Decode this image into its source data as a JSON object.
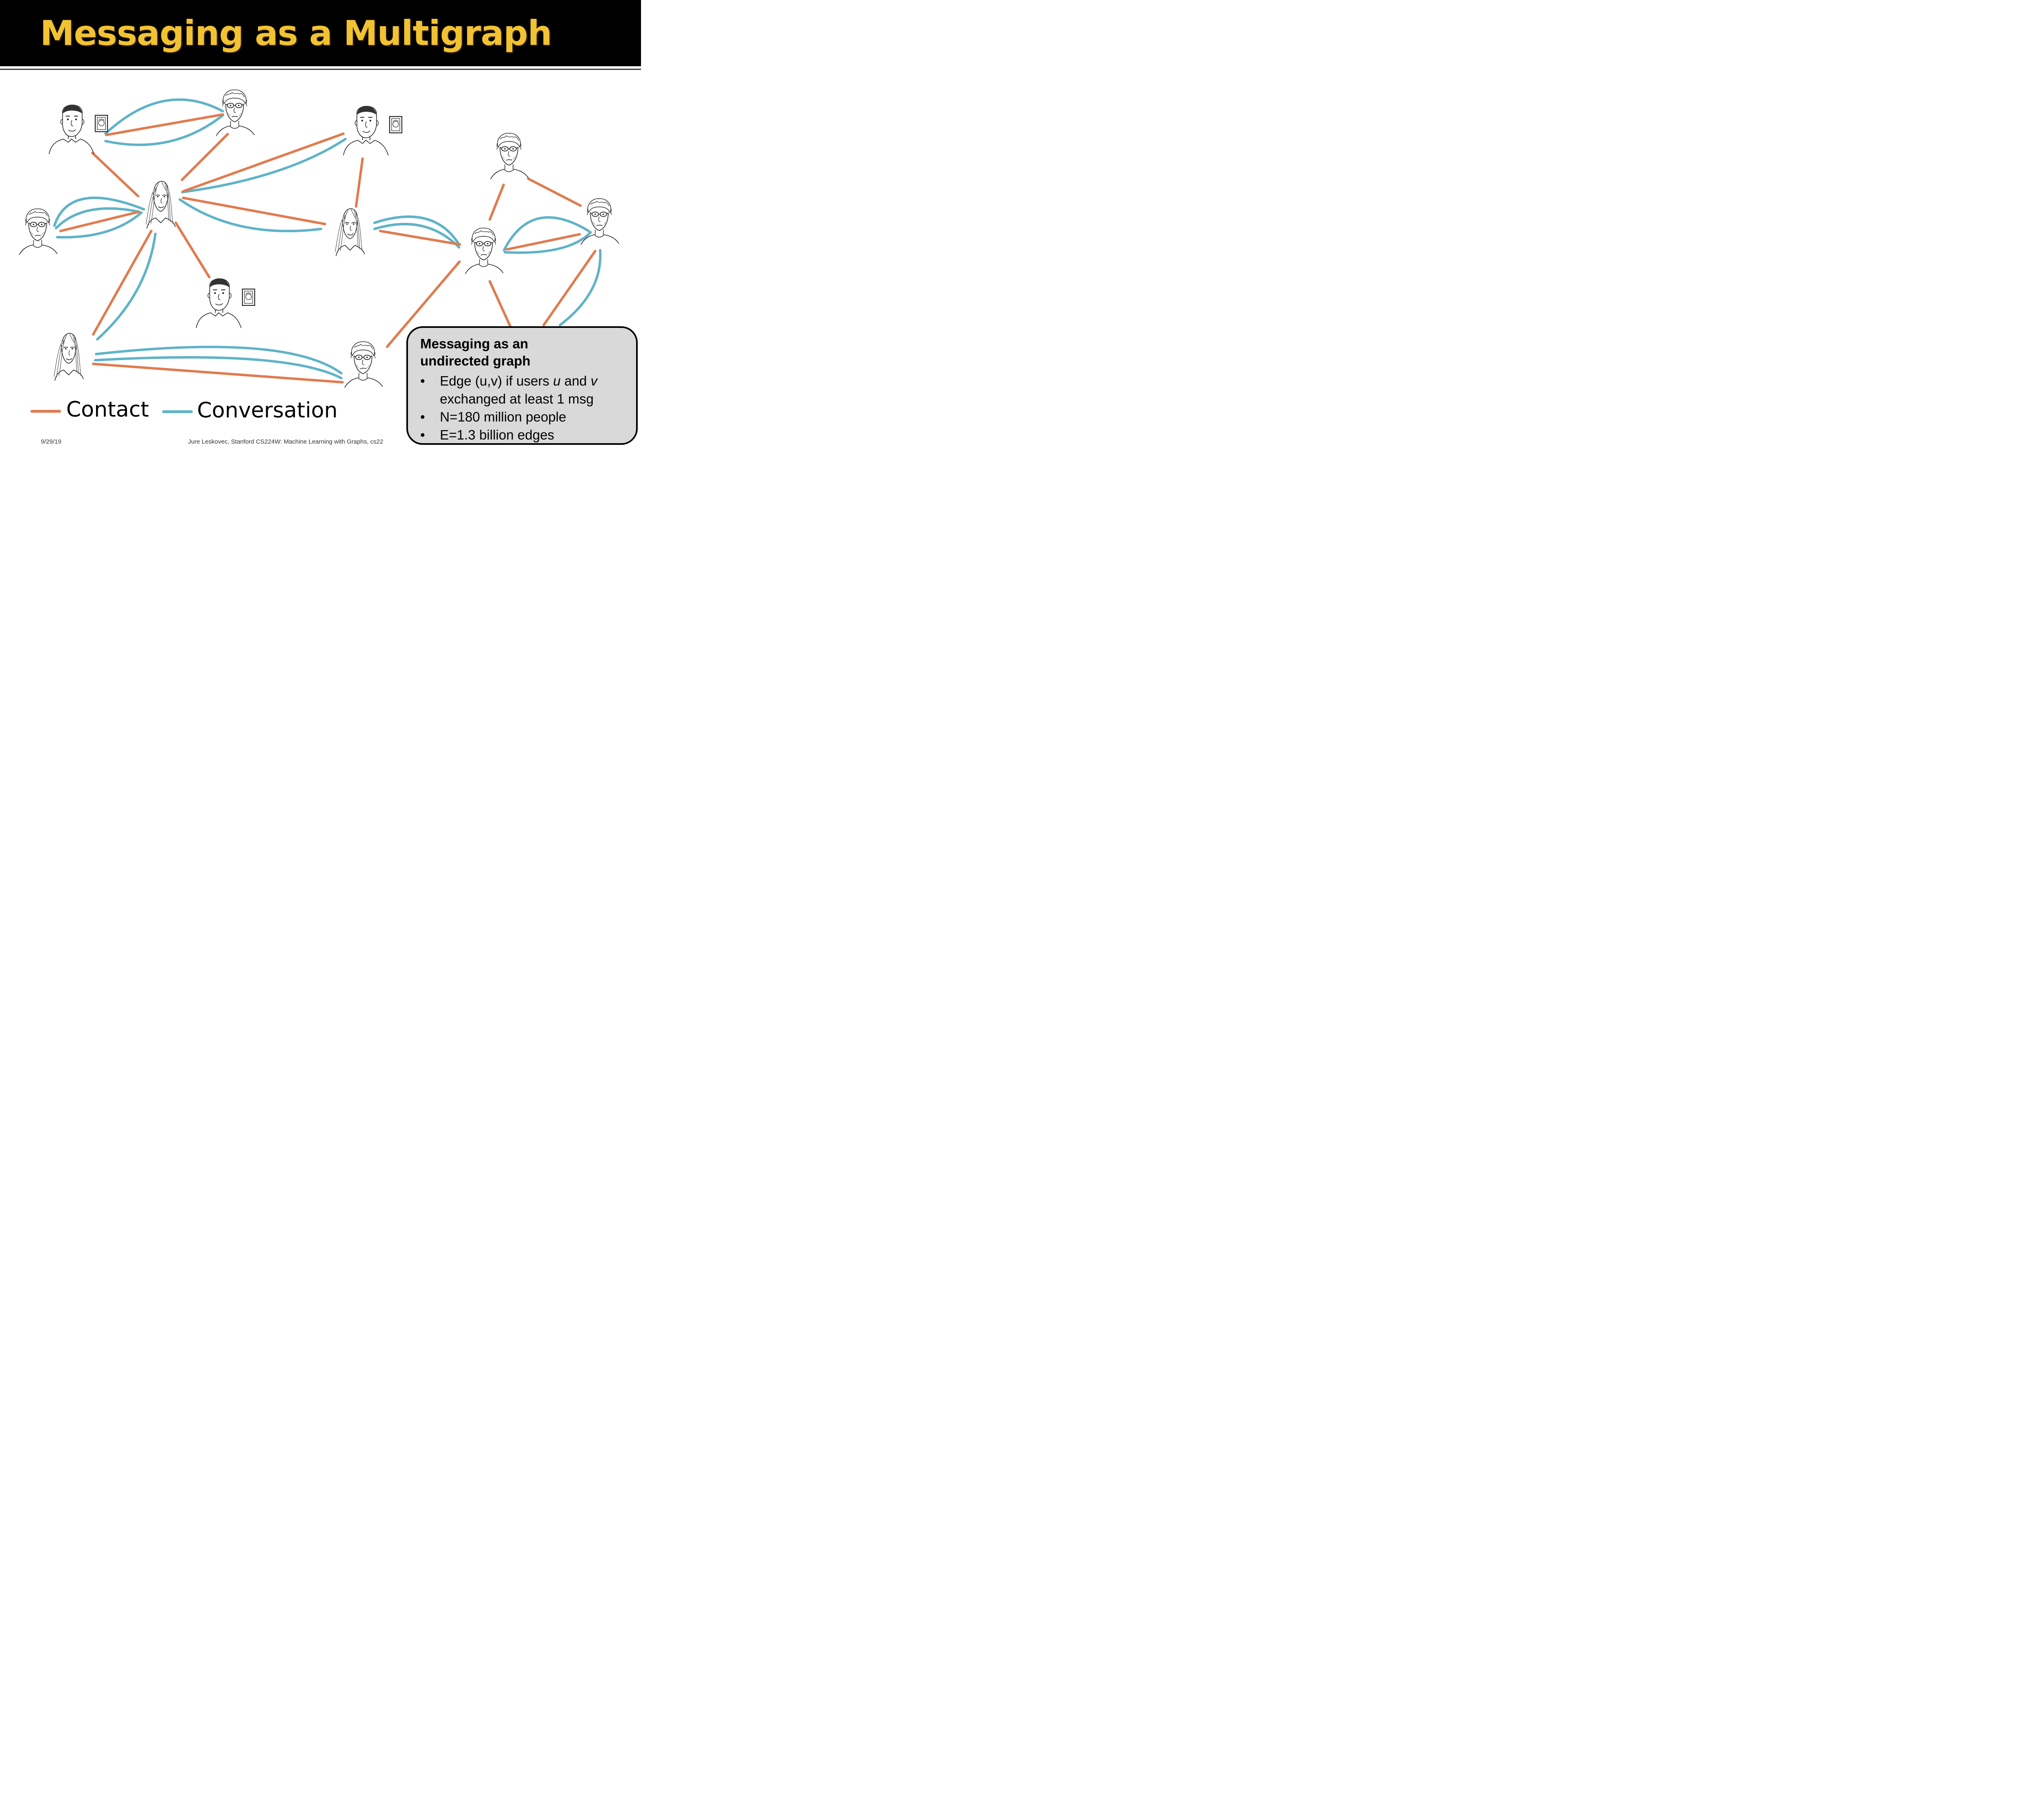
{
  "slide": {
    "title": "Messaging as a Multigraph",
    "footer_date": "9/29/19",
    "footer_text": "Jure Leskovec, Stanford CS224W: Machine Learning with Graphs, cs22"
  },
  "legend": {
    "contact_label": "Contact",
    "conversation_label": "Conversation"
  },
  "colors": {
    "contact": "#e07b4f",
    "conversation": "#5fb3c8",
    "title": "#f1c232",
    "title_bar": "#000000",
    "box_fill": "#d9d9d9"
  },
  "info_box": {
    "heading_line1": "Messaging as an",
    "heading_line2": "undirected graph",
    "bullet": "•",
    "item1_pre": "Edge (u,v) if users ",
    "item1_u": "u",
    "item1_mid": " and ",
    "item1_v": "v",
    "item1_line2": "exchanged at least 1 msg",
    "item2": "N=180 million people",
    "item3": "E=1.3 billion edges"
  },
  "people": [
    {
      "id": "p1",
      "type": "man-with-frame"
    },
    {
      "id": "p2",
      "type": "old-woman"
    },
    {
      "id": "p3",
      "type": "man-with-frame"
    },
    {
      "id": "p4",
      "type": "old-woman"
    },
    {
      "id": "p5",
      "type": "young-woman"
    },
    {
      "id": "p6",
      "type": "young-woman"
    },
    {
      "id": "p7",
      "type": "old-woman"
    },
    {
      "id": "p8",
      "type": "old-woman"
    },
    {
      "id": "p9",
      "type": "man-with-frame"
    },
    {
      "id": "p10",
      "type": "young-woman"
    },
    {
      "id": "p11",
      "type": "old-woman"
    }
  ]
}
